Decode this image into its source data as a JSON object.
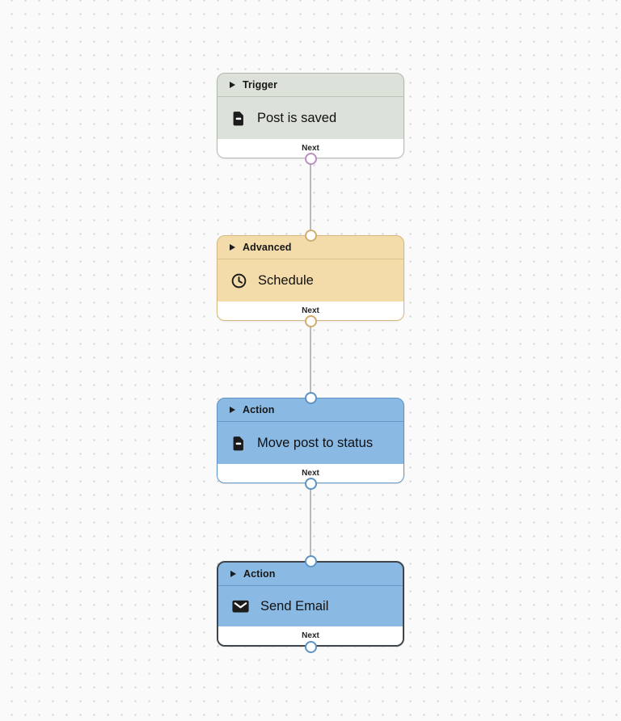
{
  "theme": {
    "canvas_bg": "#fafafa",
    "dot_color": "#d7d7d7",
    "line_color": "#b9b9b9",
    "trigger_bg": "#dce2d9",
    "trigger_border": "#b0b8ad",
    "trigger_divider": "#bcc4b8",
    "trigger_port": "#bb8fc0",
    "advanced_bg": "#f3dcaa",
    "advanced_border": "#d5b87e",
    "advanced_divider": "#ddc28b",
    "advanced_port": "#d0ac6e",
    "action_bg": "#8abae4",
    "action_border": "#5d92c4",
    "action_divider": "#6598c9",
    "action_port": "#5d92c4",
    "selected_border": "#3f444a"
  },
  "nodes": [
    {
      "kind": "trigger",
      "header_label": "Trigger",
      "title": "Post is saved",
      "icon": "document-icon",
      "footer_label": "Next"
    },
    {
      "kind": "advanced",
      "header_label": "Advanced",
      "title": "Schedule",
      "icon": "clock-icon",
      "footer_label": "Next"
    },
    {
      "kind": "action",
      "header_label": "Action",
      "title": "Move post to status",
      "icon": "document-icon",
      "footer_label": "Next"
    },
    {
      "kind": "action",
      "header_label": "Action",
      "title": "Send Email",
      "icon": "envelope-icon",
      "footer_label": "Next",
      "selected": true
    }
  ]
}
